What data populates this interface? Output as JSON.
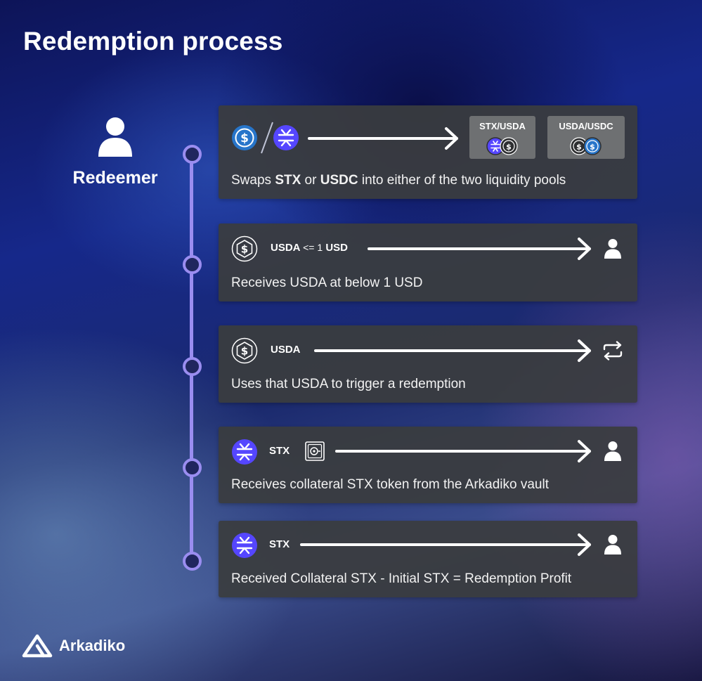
{
  "title": "Redemption process",
  "actor": {
    "label": "Redeemer",
    "icon": "person-icon"
  },
  "steps": [
    {
      "tokens": [
        "USDC",
        "STX"
      ],
      "pools": [
        "STX/USDA",
        "USDA/USDC"
      ],
      "description": {
        "p1": "Swaps ",
        "b1": "STX",
        "p2": " or ",
        "b2": "USDC",
        "p3": " into either of the two liquidity pools"
      }
    },
    {
      "token_label": "USDA",
      "condition": "<= 1",
      "unit": "USD",
      "target_icon": "person-icon",
      "description": "Receives USDA at below 1 USD"
    },
    {
      "token_label": "USDA",
      "target_icon": "redeem-cycle-icon",
      "description": "Uses that USDA to trigger a redemption"
    },
    {
      "token_label": "STX",
      "via_icon": "vault-icon",
      "target_icon": "person-icon",
      "description": "Receives collateral STX token from the Arkadiko vault"
    },
    {
      "token_label": "STX",
      "target_icon": "person-icon",
      "description": "Received Collateral STX - Initial STX = Redemption Profit"
    }
  ],
  "brand": {
    "name": "Arkadiko",
    "icon": "arkadiko-logo-icon"
  },
  "colors": {
    "card_background": "#3a3c3e",
    "timeline": "#9a8df0",
    "stx_purple": "#5546ff",
    "usdc_blue": "#2775ca",
    "pool_background": "#6e7072"
  }
}
